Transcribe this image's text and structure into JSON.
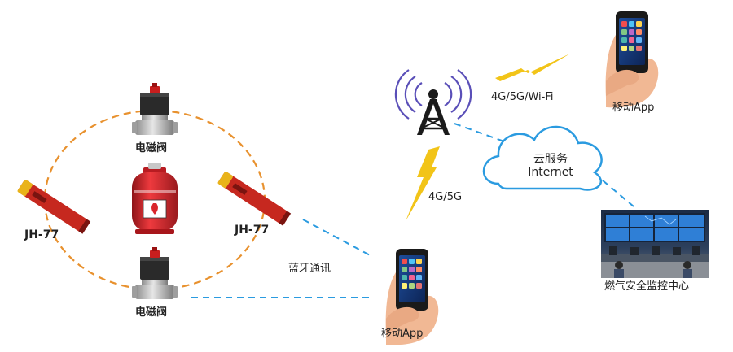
{
  "nodes": {
    "valve_top": {
      "label": "电磁阀",
      "icon": "solenoid-valve-icon"
    },
    "valve_bottom": {
      "label": "电磁阀",
      "icon": "solenoid-valve-icon"
    },
    "sensor_left": {
      "label": "JH-77",
      "icon": "gas-detector-stick-icon"
    },
    "sensor_right": {
      "label": "JH-77",
      "icon": "gas-detector-stick-icon"
    },
    "gas_cylinder": {
      "icon": "gas-cylinder-icon"
    },
    "tower": {
      "icon": "cell-tower-icon"
    },
    "cloud": {
      "line1": "云服务",
      "line2": "Internet",
      "icon": "cloud-icon"
    },
    "phone_top": {
      "label": "移动App",
      "icon": "hand-phone-icon"
    },
    "phone_bottom": {
      "label": "移动App",
      "icon": "hand-phone-icon"
    },
    "monitor_center": {
      "label": "燃气安全监控中心",
      "icon": "control-room-photo"
    }
  },
  "links": {
    "wireless_top": "4G/5G/Wi-Fi",
    "wireless_mid": "4G/5G",
    "bluetooth": "蓝牙通讯"
  },
  "colors": {
    "ring": "#e8912e",
    "dashed_link": "#2b9be0",
    "lightning": "#f2c418",
    "tower": "#1a1a1a",
    "tower_waves": "#5a4fb8",
    "cloud_stroke": "#2b9be0",
    "cylinder_red": "#d9262c",
    "sensor_red": "#c6281f",
    "sensor_yellow": "#e9b31a"
  }
}
